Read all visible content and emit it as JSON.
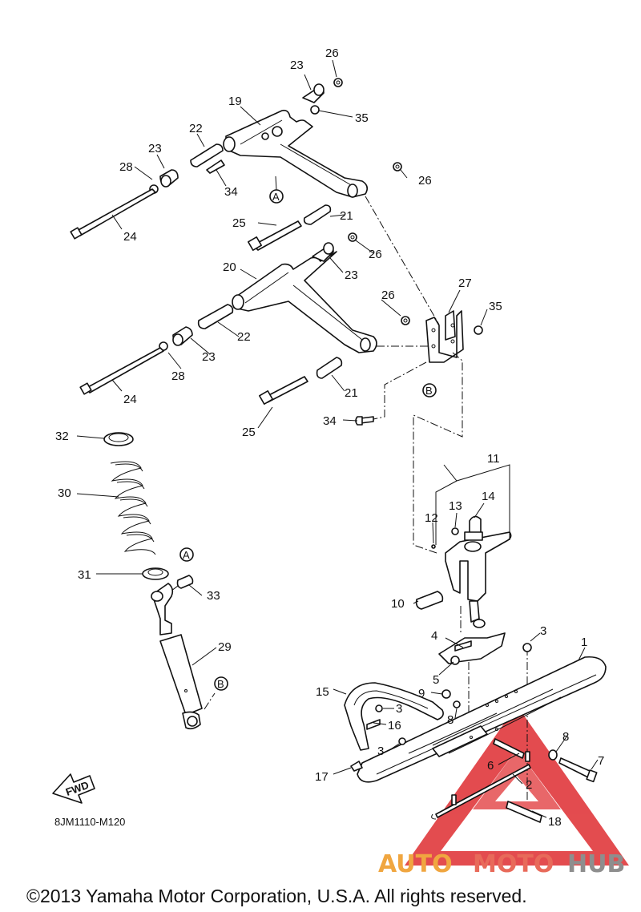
{
  "diagram": {
    "callouts": [
      "1",
      "2",
      "3",
      "4",
      "5",
      "6",
      "7",
      "8",
      "9",
      "10",
      "11",
      "12",
      "13",
      "14",
      "15",
      "16",
      "17",
      "18",
      "19",
      "20",
      "21",
      "22",
      "23",
      "24",
      "25",
      "26",
      "27",
      "28",
      "29",
      "30",
      "31",
      "32",
      "33",
      "34",
      "35"
    ],
    "reference_markers": [
      "A",
      "B"
    ],
    "fwd_label": "FWD",
    "diagram_code": "8JM1110-M120",
    "copyright": "©2013 Yamaha Motor Corporation, U.S.A. All rights reserved.",
    "watermark": {
      "part1": "AUTO",
      "part2": "MOTO",
      "part3": "HUB"
    }
  },
  "colors": {
    "line": "#111111",
    "watermark_red": "#e0383c",
    "watermark_orange": "#f0a640",
    "watermark_gray": "#8e8e8e"
  }
}
